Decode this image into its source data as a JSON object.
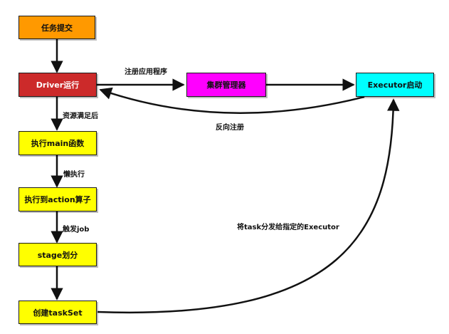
{
  "nodes": {
    "task_submit": {
      "label": "任务提交",
      "fill": "#ff9900",
      "text_color": "#111111"
    },
    "driver_run": {
      "label": "Driver运行",
      "fill": "#cc2a2a",
      "text_color": "#ffffff"
    },
    "cluster_manager": {
      "label": "集群管理器",
      "fill": "#ff00ff",
      "text_color": "#111111"
    },
    "executor_start": {
      "label": "Executor启动",
      "fill": "#00ffff",
      "text_color": "#111111"
    },
    "exec_main": {
      "label": "执行main函数",
      "fill": "#ffff00",
      "text_color": "#111111"
    },
    "exec_action": {
      "label": "执行到action算子",
      "fill": "#ffff00",
      "text_color": "#111111"
    },
    "stage_split": {
      "label": "stage划分",
      "fill": "#ffff00",
      "text_color": "#111111"
    },
    "create_taskset": {
      "label": "创建taskSet",
      "fill": "#ffff00",
      "text_color": "#111111"
    }
  },
  "edges": {
    "register_app": "注册应用程序",
    "reverse_register": "反向注册",
    "resources_ready": "资源满足后",
    "lazy_exec": "懒执行",
    "trigger_job": "触发job",
    "dispatch_tasks": "将task分发给指定的Executor"
  }
}
